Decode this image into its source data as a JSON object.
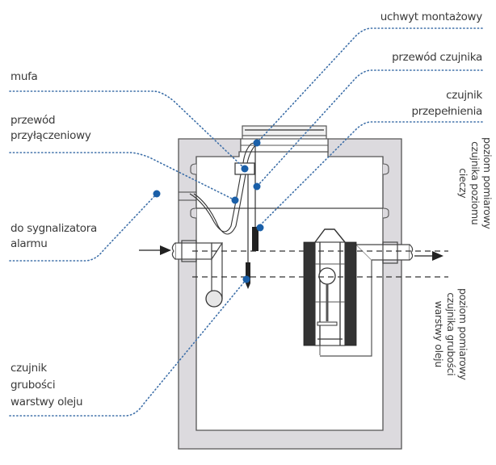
{
  "diagram": {
    "title": "Oil separator monitoring sensors installation scheme",
    "colors": {
      "accent_blue": "#1a5fa8",
      "dotted_line": "#3d6fa8",
      "concrete_fill": "#dcdade",
      "outline": "#555555",
      "text": "#3a3a3a"
    },
    "labels_left": [
      {
        "id": "mufa",
        "text": "mufa"
      },
      {
        "id": "przewod-przylaczeniowy",
        "text": "przewód\nprzyłączeniowy"
      },
      {
        "id": "do-sygnalizatora-alarmu",
        "text": "do sygnalizatora\nalarmu"
      },
      {
        "id": "czujnik-grubosci",
        "text": "czujnik\ngrubości\nwarstwy oleju"
      }
    ],
    "labels_right": [
      {
        "id": "uchwyt-montazowy",
        "text": "uchwyt montażowy"
      },
      {
        "id": "przewod-czujnika",
        "text": "przewód czujnika"
      },
      {
        "id": "czujnik-przepelnienia",
        "text": "czujnik\nprzepełnienia"
      }
    ],
    "labels_vertical": [
      {
        "id": "poziom-cieczy",
        "text": "poziom pomiarowy\nczujnika poziomu\ncieczy"
      },
      {
        "id": "poziom-oleju",
        "text": "poziom pomiarowy\nczujnika grubości\nwarstwy oleju"
      }
    ]
  }
}
